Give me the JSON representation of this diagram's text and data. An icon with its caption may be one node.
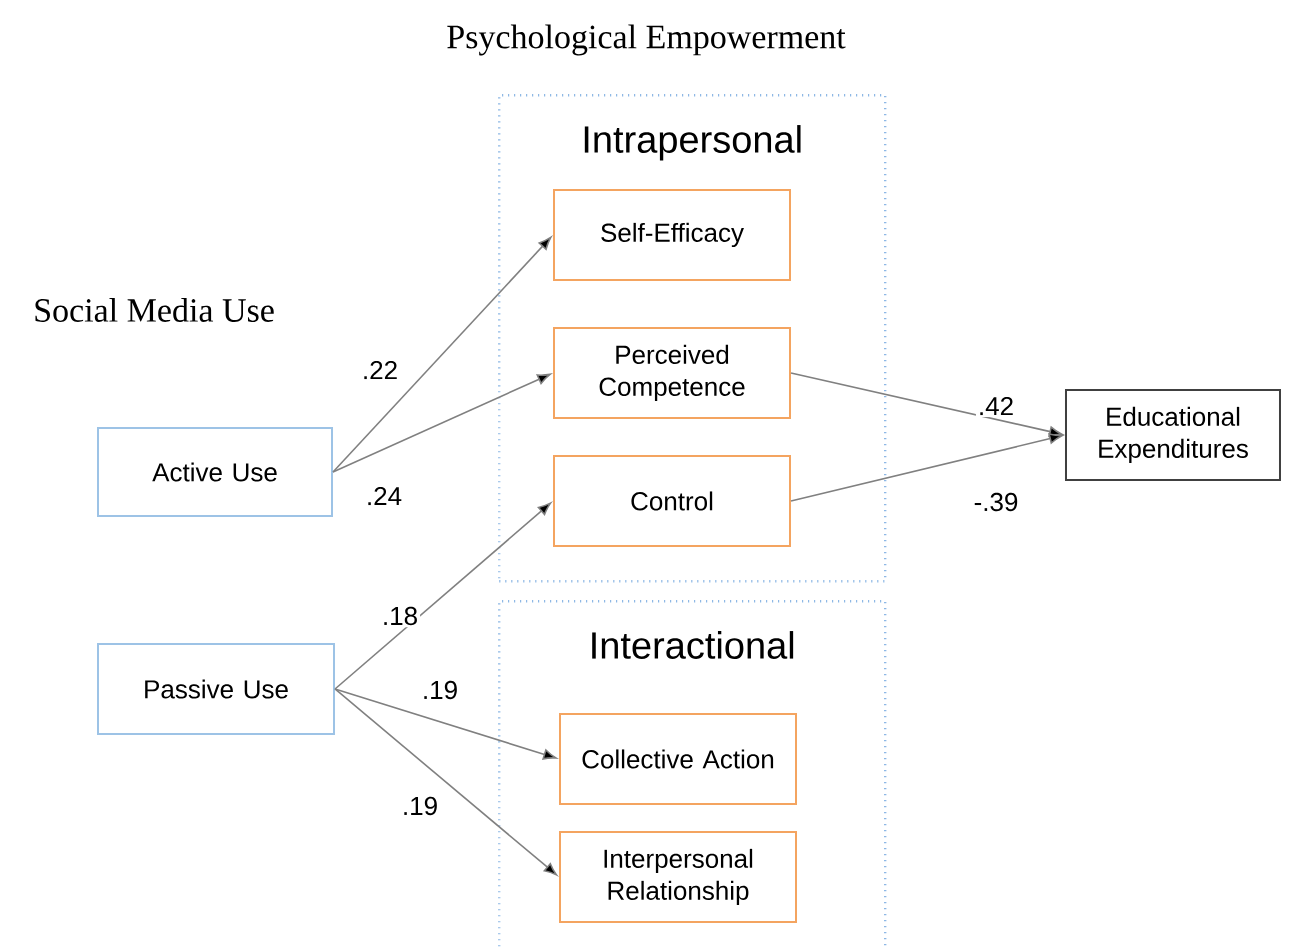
{
  "diagram": {
    "nodes": [
      {
        "text": [
          "Intrapersonal"
        ]
      },
      {
        "text": [
          "Self-Efficacy"
        ],
        "in": 0
      },
      {
        "text": [
          "Perceived Competence"
        ],
        "in": 0
      },
      {
        "text": [
          "Control"
        ],
        "in": 0
      },
      {
        "text": [
          "Interactional"
        ]
      },
      {
        "text": [
          "Collective Action"
        ],
        "in": 4
      },
      {
        "text": [
          "Interpersonal Relationship"
        ],
        "in": 4
      },
      {
        "text": [
          "Active Use"
        ]
      },
      {
        "text": [
          "Passive Use"
        ]
      },
      {
        "text": [
          "Educational Expenditures"
        ]
      }
    ],
    "edges": [
      {
        "from": 7,
        "to": 1,
        "arrow": "to",
        "label": ".22"
      },
      {
        "from": 7,
        "to": 2,
        "arrow": "to",
        "label": ".24"
      },
      {
        "from": 8,
        "to": 3,
        "arrow": "to",
        "label": ".18"
      },
      {
        "from": 8,
        "to": 5,
        "arrow": "to",
        "label": ".19"
      },
      {
        "from": 8,
        "to": 6,
        "arrow": "to",
        "label": ".19"
      },
      {
        "from": 2,
        "to": 9,
        "arrow": "to",
        "label": ".42"
      },
      {
        "from": 3,
        "to": 9,
        "arrow": "to",
        "label": "-.39"
      }
    ],
    "labels": [
      "Psychological Empowerment",
      "Social Media Use"
    ]
  }
}
